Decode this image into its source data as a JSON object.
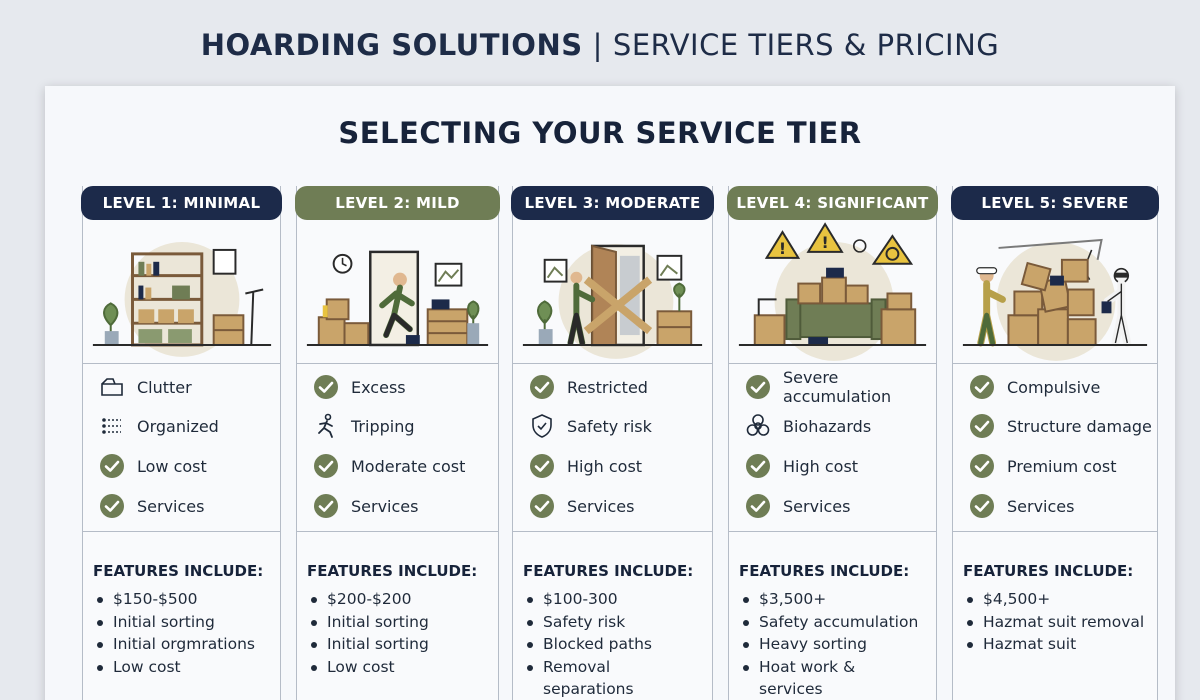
{
  "header": {
    "title_bold": "HOARDING SOLUTIONS",
    "separator": "|",
    "title_light": "SERVICE TIERS & PRICING"
  },
  "sheet": {
    "title": "SELECTING YOUR SERVICE TIER"
  },
  "feature_heading": "FEATURES INCLUDE:",
  "colors": {
    "navy": "#1c2a4a",
    "olive": "#6f7d55",
    "check": "#6f7d55"
  },
  "tiers": [
    {
      "level": "LEVEL 1: MINIMAL",
      "points": [
        {
          "icon": "box-outline-icon",
          "text": "Clutter"
        },
        {
          "icon": "dots-organized-icon",
          "text": "Organized"
        },
        {
          "icon": "check-circle-icon",
          "text": "Low cost"
        },
        {
          "icon": "check-circle-icon",
          "text": "Services"
        }
      ],
      "features": [
        "$150-$500",
        "Initial sorting",
        "Initial orgmrations",
        "Low cost"
      ]
    },
    {
      "level": "LEVEL 2: MILD",
      "points": [
        {
          "icon": "check-circle-icon",
          "text": "Excess"
        },
        {
          "icon": "tripping-person-icon",
          "text": "Tripping"
        },
        {
          "icon": "check-circle-icon",
          "text": "Moderate cost"
        },
        {
          "icon": "check-circle-icon",
          "text": "Services"
        }
      ],
      "features": [
        "$200-$200",
        "Initial sorting",
        "Initial sorting",
        "Low cost"
      ]
    },
    {
      "level": "LEVEL 3: MODERATE",
      "points": [
        {
          "icon": "check-circle-icon",
          "text": "Restricted"
        },
        {
          "icon": "shield-check-icon",
          "text": "Safety risk"
        },
        {
          "icon": "check-circle-icon",
          "text": "High cost"
        },
        {
          "icon": "check-circle-icon",
          "text": "Services"
        }
      ],
      "features": [
        "$100-300",
        "Safety risk",
        "Blocked paths",
        "Removal",
        "separations"
      ]
    },
    {
      "level": "LEVEL 4: SIGNIFICANT",
      "points": [
        {
          "icon": "check-circle-icon",
          "text": "Severe accumulation"
        },
        {
          "icon": "biohazard-icon",
          "text": "Biohazards"
        },
        {
          "icon": "check-circle-icon",
          "text": "High cost"
        },
        {
          "icon": "check-circle-icon",
          "text": "Services"
        }
      ],
      "features": [
        "$3,500+",
        "Safety accumulation",
        "Heavy sorting",
        "Hoat work &",
        "services"
      ]
    },
    {
      "level": "LEVEL 5: SEVERE",
      "points": [
        {
          "icon": "check-circle-icon",
          "text": "Compulsive"
        },
        {
          "icon": "check-circle-icon",
          "text": "Structure damage"
        },
        {
          "icon": "check-circle-icon",
          "text": "Premium cost"
        },
        {
          "icon": "check-circle-icon",
          "text": "Services"
        }
      ],
      "features": [
        "$4,500+",
        "Hazmat suit removal",
        "Hazmat suit"
      ]
    }
  ]
}
